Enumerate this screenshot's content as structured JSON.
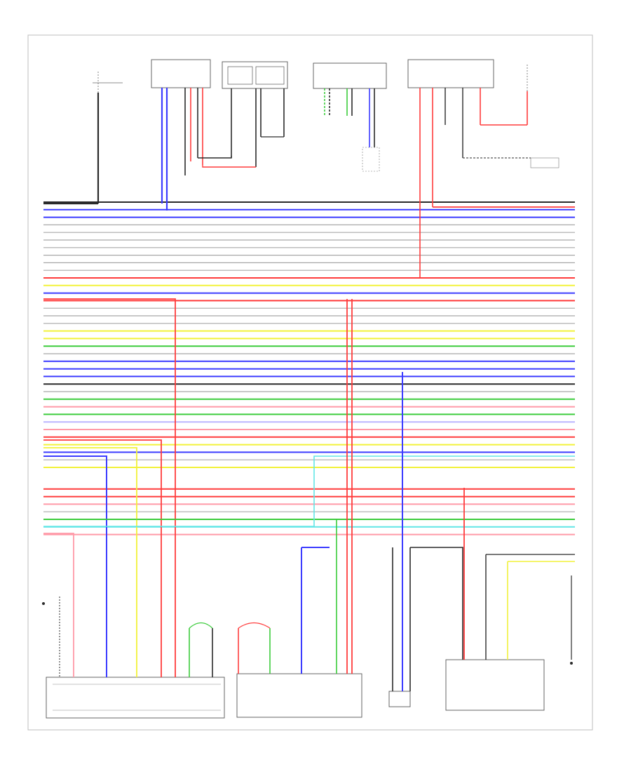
{
  "diagram": {
    "footer_code": "",
    "legend": {
      "items": []
    },
    "components": {
      "c1": "",
      "c2": "",
      "c3": "",
      "c4": "",
      "c5": "",
      "c6": "",
      "c7": "",
      "c8": "",
      "c9": "",
      "c10": "",
      "c11": "",
      "c12": "",
      "c13": "",
      "c14": "",
      "c15": "",
      "c16": ""
    },
    "wire_colors": {
      "gray": "#a8a8a8",
      "black": "#2a2a2a",
      "blue": "#3c3cff",
      "red": "#ff3c3c",
      "yellow": "#f2f23a",
      "green": "#3ccc3c",
      "cyan": "#62e6e6",
      "pink": "#ff9aa8",
      "violet": "#bcb6ff"
    },
    "bus_rows": [
      {
        "color": "black"
      },
      {
        "color": "blue"
      },
      {
        "color": "blue"
      },
      {
        "color": "gray"
      },
      {
        "color": "gray"
      },
      {
        "color": "gray"
      },
      {
        "color": "gray"
      },
      {
        "color": "gray"
      },
      {
        "color": "gray"
      },
      {
        "color": "gray"
      },
      {
        "color": "red"
      },
      {
        "color": "yellow"
      },
      {
        "color": "blue"
      },
      {
        "color": "red"
      },
      {
        "color": "gray"
      },
      {
        "color": "gray"
      },
      {
        "color": "gray"
      },
      {
        "color": "yellow"
      },
      {
        "color": "yellow"
      },
      {
        "color": "green"
      },
      {
        "color": "gray"
      },
      {
        "color": "blue"
      },
      {
        "color": "blue"
      },
      {
        "color": "blue"
      },
      {
        "color": "black"
      },
      {
        "color": "gray"
      },
      {
        "color": "green"
      },
      {
        "color": "pink"
      },
      {
        "color": "green"
      },
      {
        "color": "violet"
      },
      {
        "color": "pink"
      },
      {
        "color": "red"
      },
      {
        "color": "yellow"
      },
      {
        "color": "blue"
      },
      {
        "color": "gray"
      },
      {
        "color": "yellow"
      },
      {
        "color": "red"
      },
      {
        "color": "red"
      },
      {
        "color": "pink"
      },
      {
        "color": "gray"
      },
      {
        "color": "green"
      },
      {
        "color": "cyan"
      },
      {
        "color": "pink"
      }
    ]
  }
}
